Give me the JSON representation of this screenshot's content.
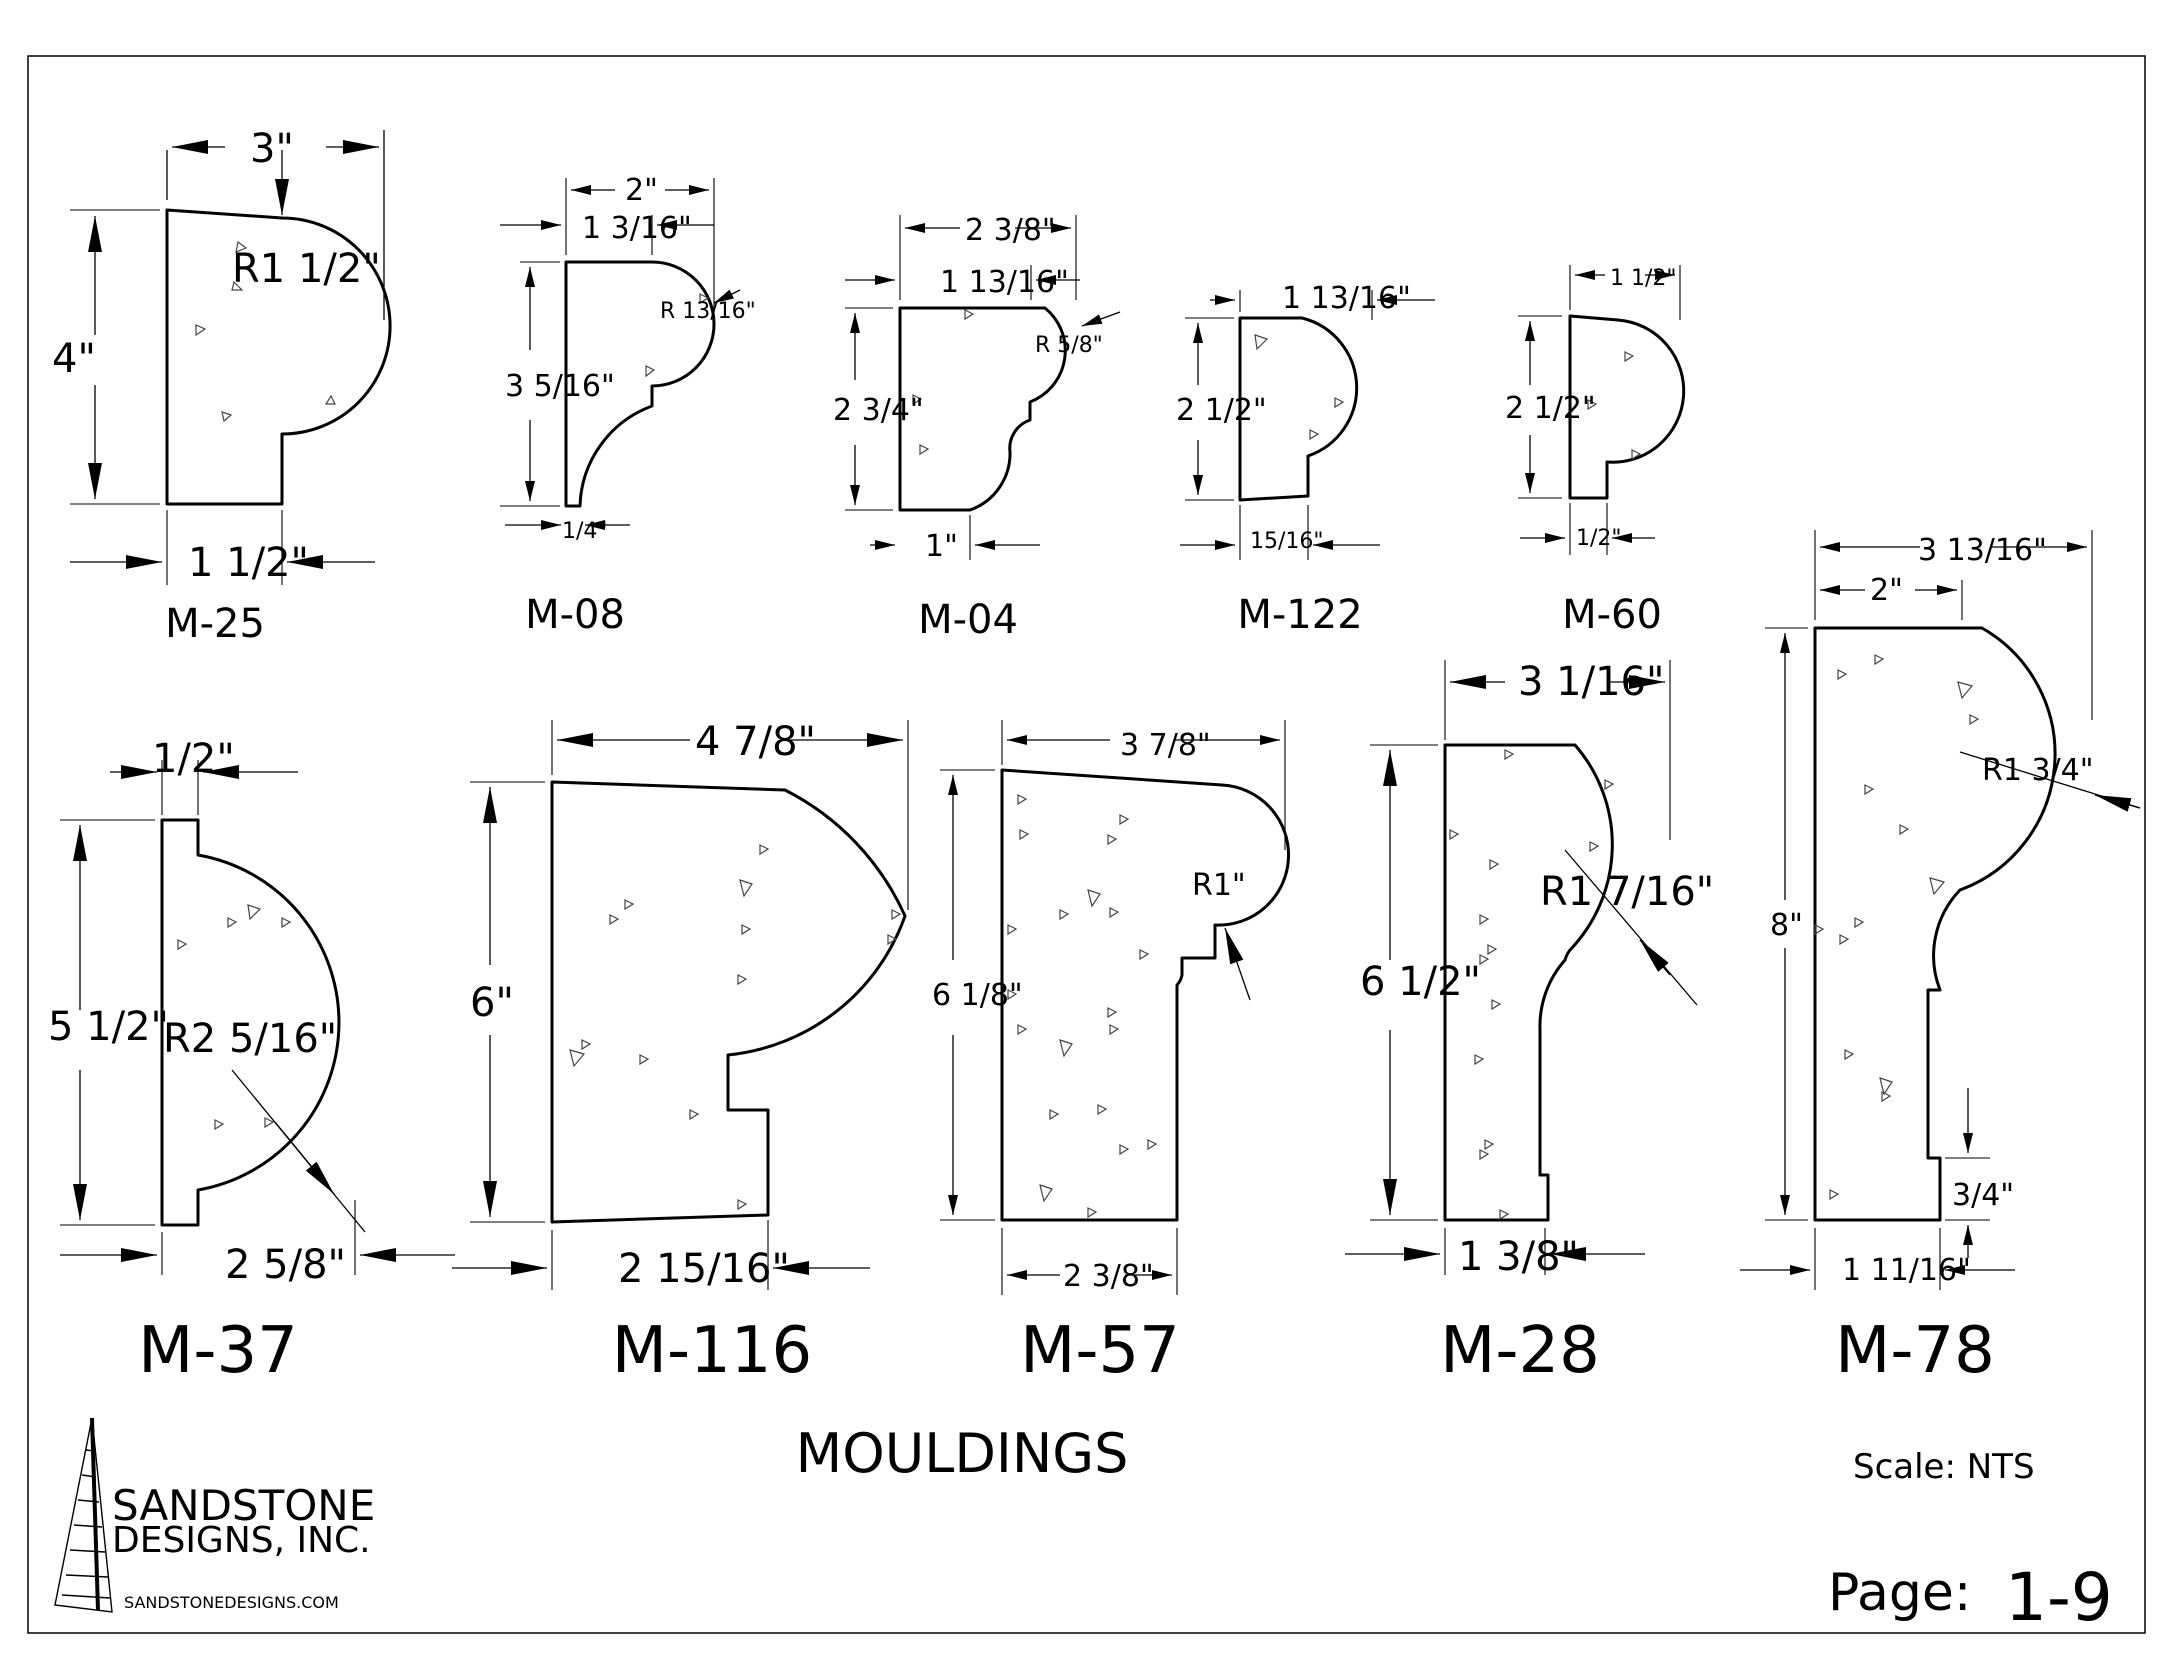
{
  "sheet": {
    "title": "MOULDINGS",
    "scale_label": "Scale: NTS",
    "page_label": "Page:",
    "page_number": "1-9"
  },
  "company": {
    "name_line1": "SANDSTONE",
    "name_line2": "DESIGNS, INC.",
    "website": "SANDSTONEDESIGNS.COM"
  },
  "profiles": [
    {
      "id": "M-25",
      "dims": [
        "3\"",
        "4\"",
        "1 1/2\"",
        "R1 1/2\""
      ]
    },
    {
      "id": "M-08",
      "dims": [
        "2\"",
        "1 3/16\"",
        "3 5/16\"",
        "R 13/16\"",
        "1/4\""
      ]
    },
    {
      "id": "M-04",
      "dims": [
        "2 3/8\"",
        "1 13/16\"",
        "2 3/4\"",
        "R 5/8\"",
        "1\""
      ]
    },
    {
      "id": "M-122",
      "dims": [
        "1 13/16\"",
        "2 1/2\"",
        "15/16\""
      ]
    },
    {
      "id": "M-60",
      "dims": [
        "1 1/2\"",
        "2 1/2\"",
        "1/2\""
      ]
    },
    {
      "id": "M-37",
      "dims": [
        "1/2\"",
        "5 1/2\"",
        "R2 5/16\"",
        "2 5/8\""
      ]
    },
    {
      "id": "M-116",
      "dims": [
        "4 7/8\"",
        "6\"",
        "2 15/16\""
      ]
    },
    {
      "id": "M-57",
      "dims": [
        "3 7/8\"",
        "6 1/8\"",
        "R1\"",
        "2 3/8\""
      ]
    },
    {
      "id": "M-28",
      "dims": [
        "3 1/16\"",
        "6 1/2\"",
        "R1 7/16\"",
        "1 3/8\""
      ]
    },
    {
      "id": "M-78",
      "dims": [
        "3 13/16\"",
        "2\"",
        "8\"",
        "R1 3/4\"",
        "3/4\"",
        "1 11/16\""
      ]
    }
  ]
}
